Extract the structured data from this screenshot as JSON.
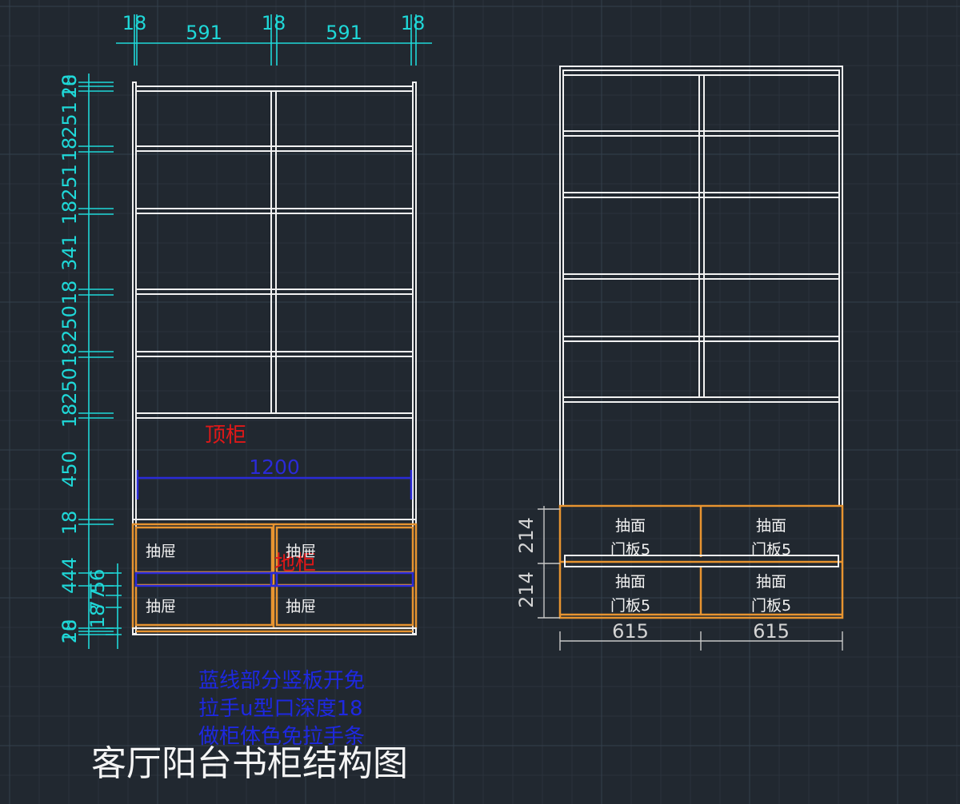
{
  "colors": {
    "background": "#212830",
    "grid_minor": "#2a323c",
    "grid_major": "#34404c",
    "panel_line": "#f2f2f2",
    "drawer_line": "#e89430",
    "handle_groove": "#2a2ad8",
    "dimension": "#1fd8d8",
    "dimension_side": "#c8c8c8",
    "label_red": "#e01818",
    "note_blue": "#1e28e0"
  },
  "front_view": {
    "top_dims": [
      "18",
      "591",
      "18",
      "591",
      "18"
    ],
    "left_dims": [
      "20",
      "18",
      "251",
      "18",
      "251",
      "18",
      "341",
      "18",
      "250",
      "18",
      "250",
      "18",
      "450",
      "18",
      "444",
      "56",
      "77",
      "18",
      "20",
      "18"
    ],
    "width_dim": "1200",
    "top_cabinet_label": "顶柜",
    "base_cabinet_label": "地柜",
    "drawer_labels": [
      "抽屉",
      "抽屉",
      "抽屉",
      "抽屉"
    ]
  },
  "side_view": {
    "drawer_front_labels": [
      "抽面",
      "抽面",
      "抽面",
      "抽面"
    ],
    "door_panel_labels": [
      "门板5",
      "门板5",
      "门板5",
      "门板5"
    ],
    "left_dims": [
      "214",
      "214"
    ],
    "bottom_dims": [
      "615",
      "615"
    ]
  },
  "notes": [
    "蓝线部分竖板开免",
    "拉手u型口深度18",
    "做柜体色免拉手条"
  ],
  "title": "客厅阳台书柜结构图"
}
